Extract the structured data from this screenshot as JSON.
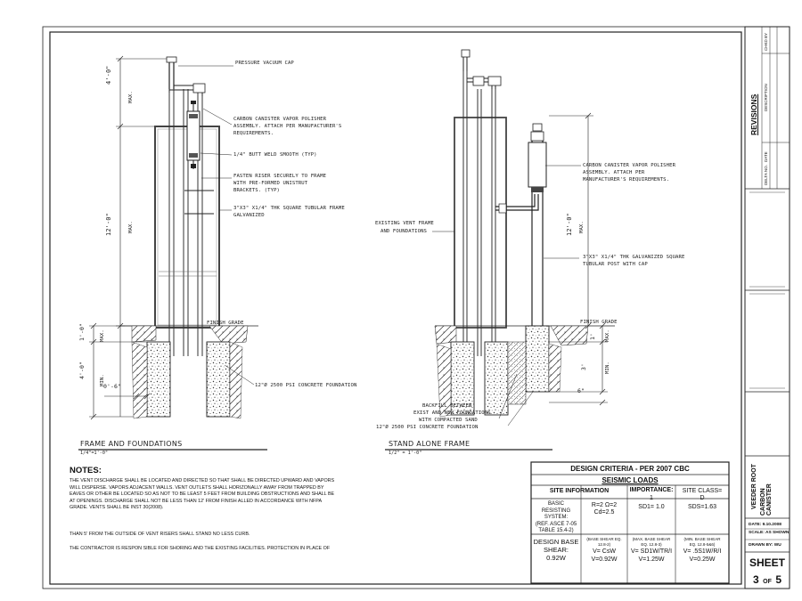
{
  "drawing": {
    "left": {
      "callouts": {
        "cap": "PRESSURE VACUUM CAP",
        "canister": [
          "CARBON CANISTER VAPOR POLISHER",
          "ASSEMBLY.  ATTACH PER MANUFACTURER'S",
          "REQUIREMENTS."
        ],
        "weld": "1/4\" BUTT WELD SMOOTH (TYP)",
        "riser": [
          "FASTEN RISER SECURELY TO FRAME",
          "WITH PRE-FORMED UNISTRUT",
          "BRACKETS. (TYP)"
        ],
        "tube": [
          "3\"X3\" X1/4\" THK SQUARE TUBULAR FRAME",
          "GALVANIZED"
        ],
        "foundation": "12\"Ø 2500 PSI CONCRETE FOUNDATION",
        "grade": "FINISH GRADE"
      },
      "dims": {
        "top": "4'-0\"",
        "top_max": "MAX.",
        "mid": "12'-0\"",
        "mid_max": "MAX.",
        "grade": "1'-0\"",
        "grade_max": "MAX.",
        "depth": "4'-0\"",
        "depth_min": "MIN.",
        "spacing": "0'-6\""
      },
      "title": "FRAME AND FOUNDATIONS",
      "scale": "1/4\"=1'-0\""
    },
    "right": {
      "callouts": {
        "canister": [
          "CARBON CANISTER VAPOR POLISHER",
          "ASSEMBLY.  ATTACH PER",
          "MANUFACTURER'S REQUIREMENTS."
        ],
        "existing": [
          "EXISTING VENT FRAME",
          "AND FOUNDATIONS"
        ],
        "post": [
          "3\"X3\" X1/4\" THK GALVANIZED SQUARE",
          "TUBULAR POST WITH CAP"
        ],
        "grade": "FINISH GRADE",
        "backfill": [
          "BACKFILL BETWEEN",
          "EXIST AND NEW FOUNDATIONS",
          "WITH COMPACTED SAND"
        ],
        "foundation": "12\"Ø 2500 PSI CONCRETE FOUNDATION"
      },
      "dims": {
        "mid": "12'-0\"",
        "mid_max": "MAX.",
        "grade": "1'",
        "grade_max": "MAX.",
        "depth": "3'",
        "depth_min": "MIN.",
        "bottom": "6\""
      },
      "title": "STAND ALONE FRAME",
      "scale": "1/2\" = 1'-0\""
    }
  },
  "notes": {
    "heading": "NOTES:",
    "p1": "THE VENT DISCHARGE SHALL BE LOCATED AND DIRECTED SO THAT  SHALL BE DIRECTED UPWARD AND VAPORS WILL DISPERSE.  VAPORS  ADJACENT WALLS. VENT OUTLETS SHALL HORIZONALLY AWAY FROM  TRAPPED BY EAVES OR OTHER BE LOCATED SO AS NOT TO BE LEAST 5 FEET FROM BUILDING OBSTRUCTIONS AND SHALL BE AT OPENINGS.  DISCHARGE SHALL NOT BE LESS THAN 12' FROM FINISH ALLED IN ACCORDANCE WITH NFPA GRADE.  VENTS SHALL BE INST 30(2008).",
    "p2": "THAN 5' FROM THE OUTSIDE OF VENT RISERS SHALL STAND NO LESS CURB.",
    "p3": "THE CONTRACTOR IS RESPON SIBLE FOR SHORING AND THE  EXISTING FACILITIES. PROTECTION IN PLACE OF"
  },
  "design_table": {
    "title": "DESIGN CRITERIA - PER 2007 CBC",
    "subtitle": "SEISMIC LOADS",
    "headers": [
      "SITE INFORMATION",
      "IMPORTANCE:",
      "SITE CLASS="
    ],
    "importance_value": "1",
    "site_class_value": "D",
    "row1": {
      "label": [
        "BASIC",
        "RESISTING",
        "SYSTEM:",
        "(REF. ASCE 7-05",
        "TABLE 15.4-2)"
      ],
      "c1": [
        "R=2  Ω=2",
        "Cd=2.5"
      ],
      "c2": "SD1= 1.0",
      "c3": "SDS=1.63"
    },
    "row2": {
      "label": [
        "DESIGN BASE",
        "SHEAR:",
        "0.92W"
      ],
      "c1": [
        "(BASE SHEAR EQ.",
        "12.8-2)",
        "V= CsW",
        "V=0.92W"
      ],
      "c2": [
        "(MAX. BASE SHEAR",
        "EQ. 12.8-3)",
        "V= SD1W/TR/I",
        "V=1.25W"
      ],
      "c3": [
        "(MIN. BASE SHEAR",
        "EQ. 12.8-5&6)",
        "V= .5S1W/R/I",
        "V=0.25W"
      ]
    }
  },
  "title_block": {
    "revisions": "REVISIONS",
    "rev_cols": [
      "DELTA NO.",
      "DATE",
      "DESCRIPTION",
      "CHKD BY"
    ],
    "project": [
      "VEEDER ROOT",
      "CARBON CANISTER"
    ],
    "date": "DATE:  9.10.2008",
    "scale": "SCALE: AS SHOWN",
    "drawn": "DRAWN BY: WU",
    "sheet_label": "SHEET",
    "sheet_num": "3",
    "sheet_of": "OF",
    "sheet_total": "5"
  }
}
